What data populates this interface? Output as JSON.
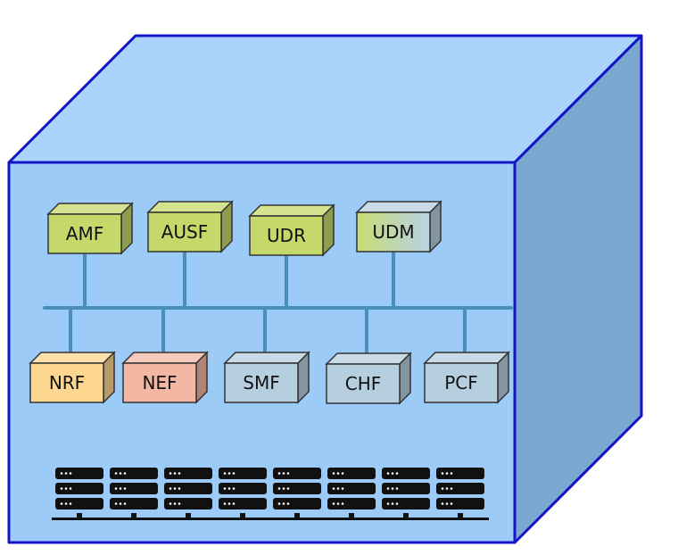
{
  "colors": {
    "cube_front": "#9ccbf7",
    "cube_top": "#aad4fc",
    "cube_side": "#79a7cf",
    "cube_edge": "#1515c8",
    "bus_line": "#4a8fb8",
    "nf_green": "#c5d96b",
    "nf_orange": "#fdd68f",
    "nf_salmon": "#f3b8a4",
    "nf_blue": "#b6cfdf",
    "server": "#111111"
  },
  "top_functions": [
    {
      "label": "AMF",
      "color": "green"
    },
    {
      "label": "AUSF",
      "color": "green"
    },
    {
      "label": "UDR",
      "color": "green"
    },
    {
      "label": "UDM",
      "color": "green-blue"
    }
  ],
  "bottom_functions": [
    {
      "label": "NRF",
      "color": "orange"
    },
    {
      "label": "NEF",
      "color": "salmon"
    },
    {
      "label": "SMF",
      "color": "blue"
    },
    {
      "label": "CHF",
      "color": "blue"
    },
    {
      "label": "PCF",
      "color": "blue"
    }
  ],
  "servers": {
    "rack_count": 8,
    "units_per_rack": 3
  }
}
